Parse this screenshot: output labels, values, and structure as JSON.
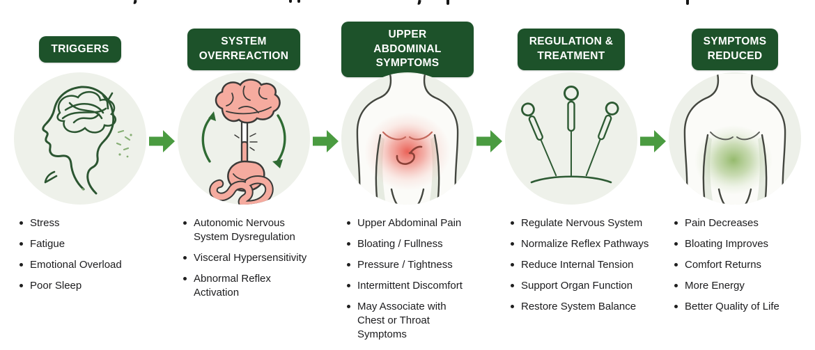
{
  "clipped_header": {
    "visible": true,
    "legible_text": ""
  },
  "flow": {
    "stages": [
      {
        "title": "TRIGGERS",
        "icon": "tangled-mind-head-icon",
        "items": [
          "Stress",
          "Fatigue",
          "Emotional Overload",
          "Poor Sleep"
        ]
      },
      {
        "title": "SYSTEM\nOVERREACTION",
        "icon": "brain-gut-axis-icon",
        "items": [
          "Autonomic Nervous\nSystem Dysregulation",
          "Visceral Hypersensitivity",
          "Abnormal Reflex\nActivation"
        ]
      },
      {
        "title": "UPPER ABDOMINAL\nSYMPTOMS",
        "icon": "torso-red-pain-icon",
        "items": [
          "Upper Abdominal Pain",
          "Bloating / Fullness",
          "Pressure / Tightness",
          "Intermittent Discomfort",
          "May Associate with\nChest or Throat Symptoms"
        ]
      },
      {
        "title": "REGULATION &\nTREATMENT",
        "icon": "acupuncture-needles-icon",
        "items": [
          "Regulate Nervous System",
          "Normalize Reflex Pathways",
          "Reduce Internal Tension",
          "Support Organ Function",
          "Restore System Balance"
        ]
      },
      {
        "title": "SYMPTOMS\nREDUCED",
        "icon": "torso-green-relief-icon",
        "items": [
          "Pain Decreases",
          "Bloating Improves",
          "Comfort Returns",
          "More Energy",
          "Better Quality of Life"
        ]
      }
    ]
  },
  "colors": {
    "badge_green": "#1d522a",
    "arrow_green": "#4a9b40",
    "circle_background": "#eef1ea",
    "line_art_green": "#2b5531",
    "organ_pink": "#f5ab9f",
    "pain_red": "#e8554a",
    "relief_green": "#7fae57",
    "text": "#1b1b1d"
  }
}
